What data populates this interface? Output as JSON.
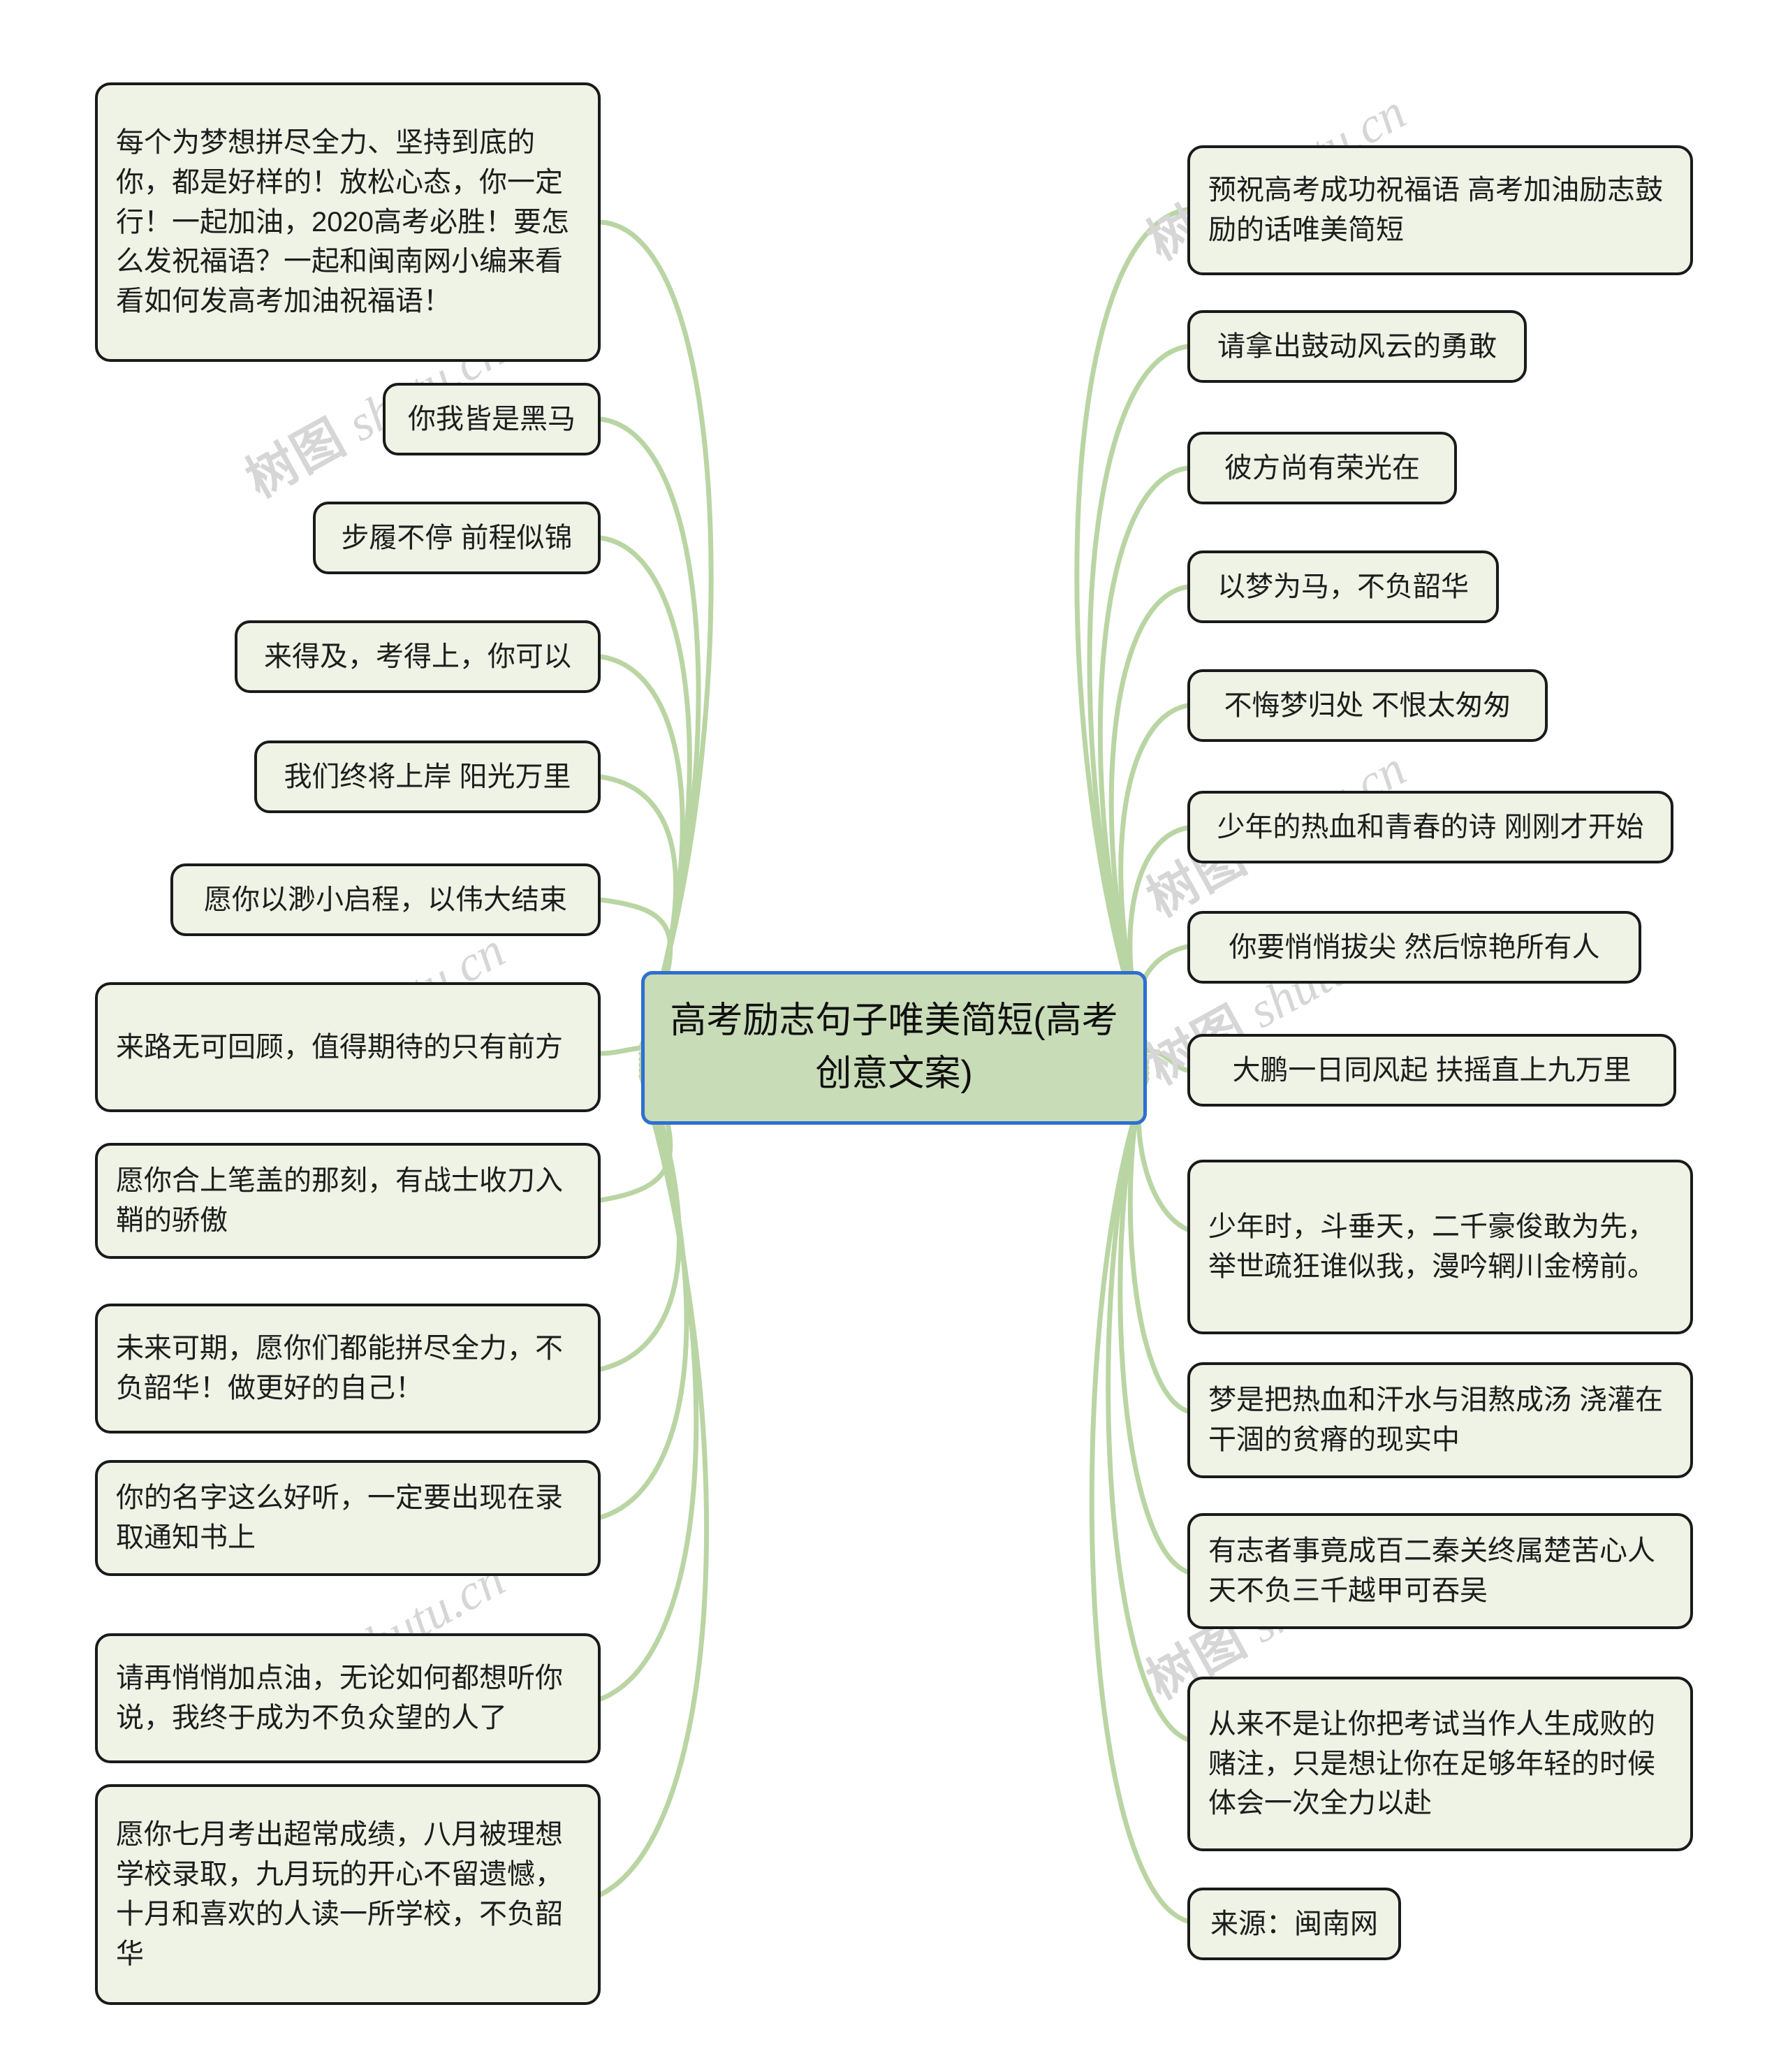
{
  "theme": {
    "background": "#ffffff",
    "node_fill": "#eef3e5",
    "node_border": "#1a1a1a",
    "central_fill": "#c9dcb8",
    "central_border": "#2f6fd0",
    "edge_color": "#b9d5a3",
    "text_color": "#1d1d1d",
    "watermark_color": "#d6d6d6"
  },
  "central": {
    "label": "高考励志句子唯美简短(高考创意文案)"
  },
  "watermark": {
    "cjk": "树图",
    "latin": "shutu.cn"
  },
  "left_branches": [
    {
      "label": "每个为梦想拼尽全力、坚持到底的你，都是好样的！放松心态，你一定行！一起加油，2020高考必胜！要怎么发祝福语？一起和闽南网小编来看看如何发高考加油祝福语！"
    },
    {
      "label": "你我皆是黑马"
    },
    {
      "label": "步履不停 前程似锦"
    },
    {
      "label": "来得及，考得上，你可以"
    },
    {
      "label": "我们终将上岸 阳光万里"
    },
    {
      "label": "愿你以渺小启程，以伟大结束"
    },
    {
      "label": "来路无可回顾，值得期待的只有前方"
    },
    {
      "label": "愿你合上笔盖的那刻，有战士收刀入鞘的骄傲"
    },
    {
      "label": "未来可期，愿你们都能拼尽全力，不负韶华！做更好的自己！"
    },
    {
      "label": "你的名字这么好听，一定要出现在录取通知书上"
    },
    {
      "label": "请再悄悄加点油，无论如何都想听你说，我终于成为不负众望的人了"
    },
    {
      "label": "愿你七月考出超常成绩，八月被理想学校录取，九月玩的开心不留遗憾，十月和喜欢的人读一所学校，不负韶华"
    }
  ],
  "right_branches": [
    {
      "label": "预祝高考成功祝福语 高考加油励志鼓励的话唯美简短"
    },
    {
      "label": "请拿出鼓动风云的勇敢"
    },
    {
      "label": "彼方尚有荣光在"
    },
    {
      "label": "以梦为马，不负韶华"
    },
    {
      "label": "不悔梦归处 不恨太匆匆"
    },
    {
      "label": "少年的热血和青春的诗 刚刚才开始"
    },
    {
      "label": "你要悄悄拔尖 然后惊艳所有人"
    },
    {
      "label": "大鹏一日同风起 扶摇直上九万里"
    },
    {
      "label": "少年时，斗垂天，二千豪俊敢为先，举世疏狂谁似我，漫吟辋川金榜前。"
    },
    {
      "label": "梦是把热血和汗水与泪熬成汤 浇灌在干涸的贫瘠的现实中"
    },
    {
      "label": "有志者事竟成百二秦关终属楚苦心人天不负三千越甲可吞吴"
    },
    {
      "label": "从来不是让你把考试当作人生成败的赌注，只是想让你在足够年轻的时候体会一次全力以赴"
    },
    {
      "label": "来源：闽南网"
    }
  ]
}
